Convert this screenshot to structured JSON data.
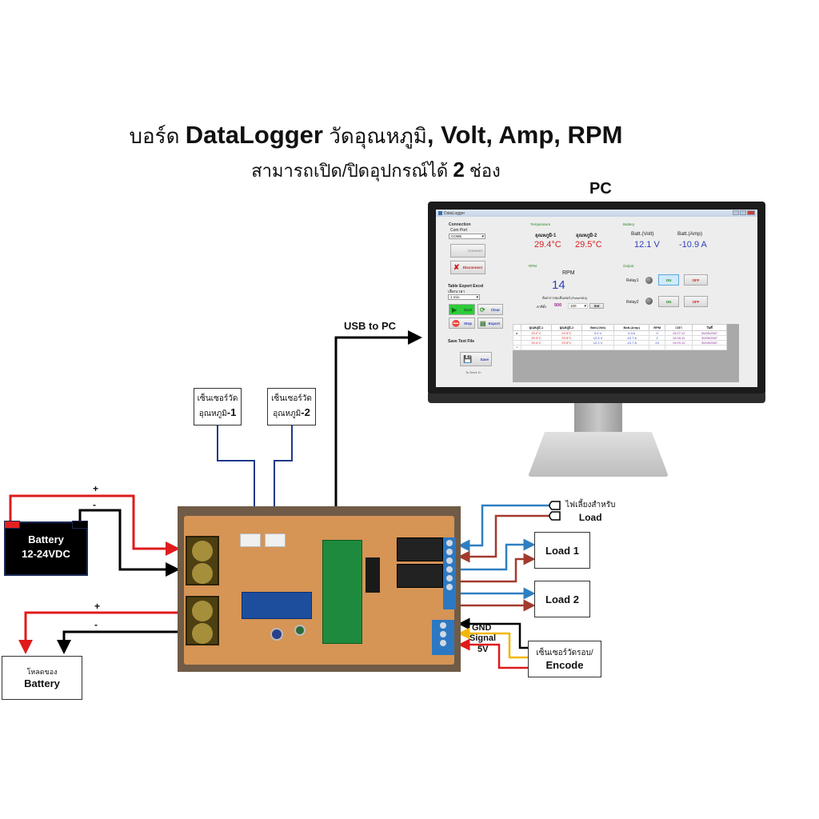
{
  "heading": {
    "line1_prefix": "บอร์ด",
    "line1_brand": "DataLogger",
    "line1_mid": "วัดอุณหภูมิ",
    "line1_suffix": ", Volt, Amp, RPM",
    "line2_prefix": "สามารถเปิด/ปิดอุปกรณ์ได้",
    "line2_count": "2",
    "line2_suffix": "ช่อง"
  },
  "pc_label": "PC",
  "usb_label": "USB to PC",
  "app": {
    "window_title": "DataLogger",
    "connection": {
      "group": "Connection",
      "com_port_label": "Com Port",
      "com_port_value": "COM5",
      "connect_label": "Connect",
      "disconnect_label": "Disconnect"
    },
    "table_export": {
      "group": "Table Export Excel",
      "interval_label": "เลือกเวลา",
      "interval_value": "1 min.",
      "start_label": "Start",
      "clear_label": "Clear",
      "stop_label": "Stop",
      "export_label": "Export"
    },
    "save_text": {
      "group": "Save Text File",
      "save_label": "Save",
      "note": "To Drive D:"
    },
    "temperature": {
      "group": "Temperature",
      "t1_label": "อุณหภูมิ-1",
      "t1_value": "29.4°C",
      "t2_label": "อุณหภูมิ-2",
      "t2_value": "29.5°C"
    },
    "battery": {
      "group": "Battery",
      "volt_label": "Batt.(Volt)",
      "volt_value": "12.1 V",
      "amp_label": "Batt.(Amp)",
      "amp_value": "-10.9 A"
    },
    "rpm": {
      "group": "RPM",
      "label": "RPM",
      "value": "14",
      "setting_note": "ตั้งค่าการนับเซ็นเซอร์ (Pulse/รอบ)",
      "setting_label": "ค่าที่ตั้ง",
      "setting_value": "500",
      "input_value": "100",
      "set_label": "Set"
    },
    "output": {
      "group": "Output",
      "relay1_label": "Relay1",
      "relay2_label": "Relay2",
      "on_label": "ON",
      "off_label": "OFF"
    },
    "grid": {
      "columns": [
        "อุณหภูมิ-1",
        "อุณหภูมิ-2",
        "Batt.(Volt)",
        "Batt.(Amp)",
        "RPM",
        "เวลา",
        "วันที่"
      ],
      "rows": [
        [
          "29.2°C",
          "29.5°C",
          "0.0 V",
          "4.3 A",
          "0",
          "19:27:12",
          "30/05/2567"
        ],
        [
          "29.3°C",
          "29.5°C",
          "12.5 V",
          "-10.7 A",
          "2",
          "19:28:12",
          "30/05/2567"
        ],
        [
          "29.4°C",
          "29.5°C",
          "12.2 V",
          "-10.7 A",
          "24",
          "19:29:12",
          "30/05/2567"
        ]
      ]
    }
  },
  "diagram": {
    "sensor1": {
      "line1": "เซ็นเซอร์วัด",
      "line2": "อุณหภูมิ",
      "num": "-1"
    },
    "sensor2": {
      "line1": "เซ็นเซอร์วัด",
      "line2": "อุณหภูมิ",
      "num": "-2"
    },
    "battery": {
      "line1": "Battery",
      "line2": "12-24VDC"
    },
    "battery_load": {
      "line1": "โหลดของ",
      "line2": "Battery"
    },
    "plus": "+",
    "minus": "-",
    "load_power": {
      "line1": "ไฟเลี้ยงสำหรับ",
      "line2": "Load"
    },
    "load1": "Load 1",
    "load2": "Load 2",
    "encoder": {
      "line1": "เซ็นเซอร์วัดรอบ/",
      "line2": "Encode"
    },
    "encoder_wires": {
      "gnd": "GND",
      "signal": "Signal",
      "v5": "5V"
    },
    "colors": {
      "positive": "#e01b1b",
      "negative": "#000000",
      "sensor_wire": "#1f3a8a",
      "load_blue": "#2f7fc1",
      "load_brown": "#a33a2e",
      "signal": "#f2b705"
    }
  }
}
